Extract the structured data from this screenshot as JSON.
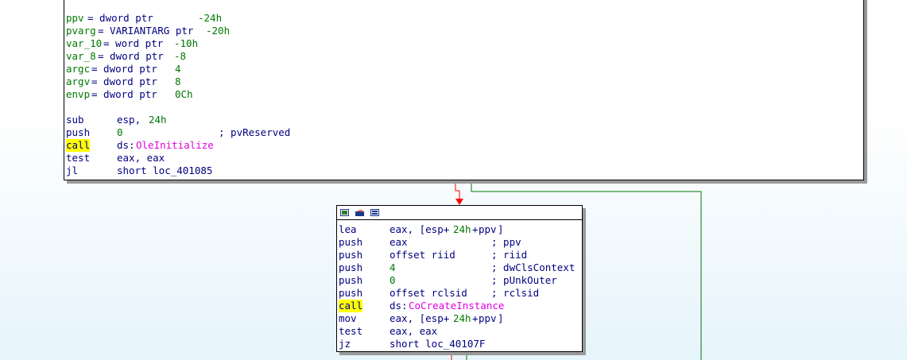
{
  "colors": {
    "name": "#007800",
    "mnemonic": "#000080",
    "import": "#e000e0",
    "highlight": "#ffff00",
    "edge_true": "#ff0000",
    "edge_false": "#007800"
  },
  "block1": {
    "vars": [
      {
        "name": "ppv",
        "eq": "= dword ptr ",
        "val": "-24h"
      },
      {
        "name": "pvarg",
        "eq": "= VARIANTARG ptr ",
        "val": "-20h"
      },
      {
        "name": "var_10",
        "eq": "= word ptr ",
        "val": "-10h"
      },
      {
        "name": "var_8",
        "eq": "= dword ptr ",
        "val": "-8"
      },
      {
        "name": "argc",
        "eq": "= dword ptr  ",
        "val": "4"
      },
      {
        "name": "argv",
        "eq": "= dword ptr  ",
        "val": "8"
      },
      {
        "name": "envp",
        "eq": "= dword ptr  ",
        "val": "0Ch"
      }
    ],
    "instructions": [
      {
        "mnem": "sub",
        "op_a": "esp, ",
        "op_b": "24h",
        "comment": ""
      },
      {
        "mnem": "push",
        "op_a": "",
        "op_b": "0",
        "comment": "; pvReserved"
      },
      {
        "mnem": "call",
        "op_a": "ds:",
        "op_b": "OleInitialize",
        "comment": ""
      },
      {
        "mnem": "test",
        "op_a": "eax, eax",
        "op_b": "",
        "comment": ""
      },
      {
        "mnem": "jl",
        "op_a": "short loc_401085",
        "op_b": "",
        "comment": ""
      }
    ]
  },
  "block2": {
    "header_icons": [
      "color-icon",
      "rename-icon",
      "graph-icon"
    ],
    "instructions": [
      {
        "mnem": "lea",
        "op1": "eax, [esp+",
        "op2": "24h",
        "op3": "+",
        "op4": "ppv",
        "op5": "]",
        "comment": ""
      },
      {
        "mnem": "push",
        "op1": "eax",
        "op2": "",
        "op3": "",
        "op4": "",
        "op5": "",
        "comment": "; ppv"
      },
      {
        "mnem": "push",
        "op1": "offset riid",
        "op2": "",
        "op3": "",
        "op4": "",
        "op5": "",
        "comment": "; riid"
      },
      {
        "mnem": "push",
        "op1": "",
        "op2": "4",
        "op3": "",
        "op4": "",
        "op5": "",
        "comment": "; dwClsContext"
      },
      {
        "mnem": "push",
        "op1": "",
        "op2": "0",
        "op3": "",
        "op4": "",
        "op5": "",
        "comment": "; pUnkOuter"
      },
      {
        "mnem": "push",
        "op1": "offset rclsid",
        "op2": "",
        "op3": "",
        "op4": "",
        "op5": "",
        "comment": "; rclsid"
      },
      {
        "mnem": "call",
        "op1": "ds:",
        "op2": "",
        "op3": "",
        "op4": "CoCreateInstance",
        "op5": "",
        "comment": ""
      },
      {
        "mnem": "mov",
        "op1": "eax, [esp+",
        "op2": "24h",
        "op3": "+",
        "op4": "ppv",
        "op5": "]",
        "comment": ""
      },
      {
        "mnem": "test",
        "op1": "eax, eax",
        "op2": "",
        "op3": "",
        "op4": "",
        "op5": "",
        "comment": ""
      },
      {
        "mnem": "jz",
        "op1": "short loc_40107F",
        "op2": "",
        "op3": "",
        "op4": "",
        "op5": "",
        "comment": ""
      }
    ]
  }
}
